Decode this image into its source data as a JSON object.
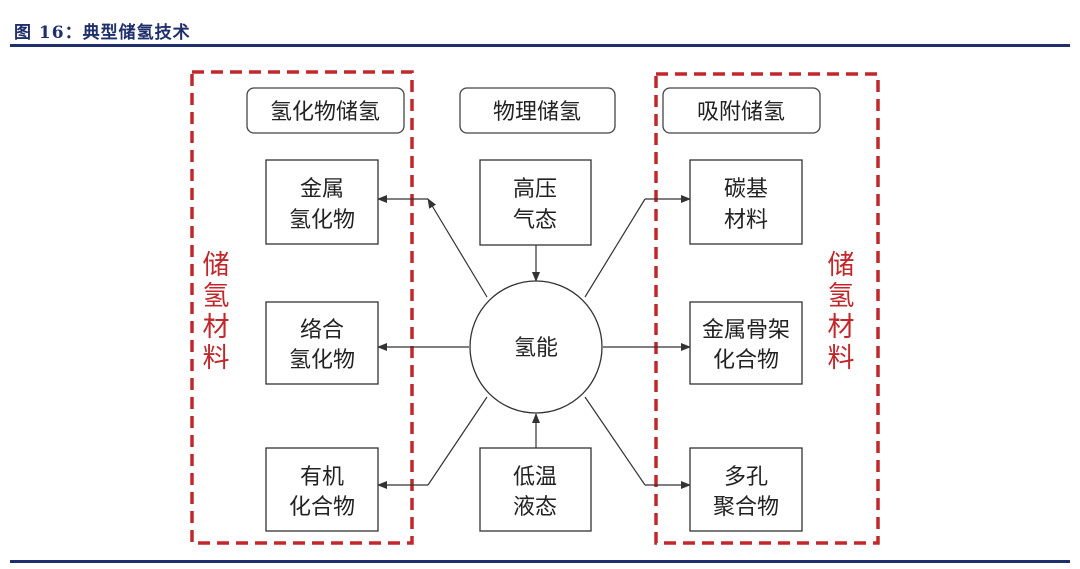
{
  "figure_title": "图 16：典型储氢技术",
  "colors": {
    "title": "#1f2f6b",
    "dashed_frame": "#c0282c",
    "node_border": "#333333",
    "arrow": "#333333"
  },
  "diagram": {
    "center": "氢能",
    "categories": {
      "left": "氢化物储氢",
      "middle": "物理储氢",
      "right": "吸附储氢"
    },
    "side_labels": {
      "left": "储氢材料",
      "right": "储氢材料"
    },
    "left_nodes": [
      [
        "金属",
        "氢化物"
      ],
      [
        "络合",
        "氢化物"
      ],
      [
        "有机",
        "化合物"
      ]
    ],
    "middle_nodes": {
      "top": [
        "高压",
        "气态"
      ],
      "bottom": [
        "低温",
        "液态"
      ]
    },
    "right_nodes": [
      [
        "碳基",
        "材料"
      ],
      [
        "金属骨架",
        "化合物"
      ],
      [
        "多孔",
        "聚合物"
      ]
    ]
  }
}
